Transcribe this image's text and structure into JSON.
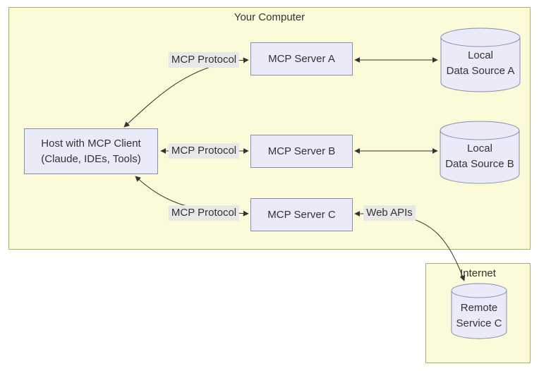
{
  "clusters": {
    "your_computer": {
      "label": "Your Computer"
    },
    "internet": {
      "label": "Internet"
    }
  },
  "nodes": {
    "host": {
      "line1": "Host with MCP Client",
      "line2": "(Claude, IDEs, Tools)"
    },
    "server_a": {
      "label": "MCP Server A"
    },
    "server_b": {
      "label": "MCP Server B"
    },
    "server_c": {
      "label": "MCP Server C"
    },
    "ds_a": {
      "line1": "Local",
      "line2": "Data Source A"
    },
    "ds_b": {
      "line1": "Local",
      "line2": "Data Source B"
    },
    "remote_c": {
      "line1": "Remote",
      "line2": "Service C"
    }
  },
  "edge_labels": {
    "mcp1": "MCP Protocol",
    "mcp2": "MCP Protocol",
    "mcp3": "MCP Protocol",
    "web_apis": "Web APIs"
  },
  "colors": {
    "canvas_bg": "#ffffff",
    "cluster_fill": "#fbfbd9",
    "cluster_border": "#adad62",
    "node_fill": "#eaeaf9",
    "node_border": "#8c8cb0",
    "edge_color": "#333333",
    "edge_label_bg": "#e8e8e8",
    "text_color": "#333333"
  }
}
